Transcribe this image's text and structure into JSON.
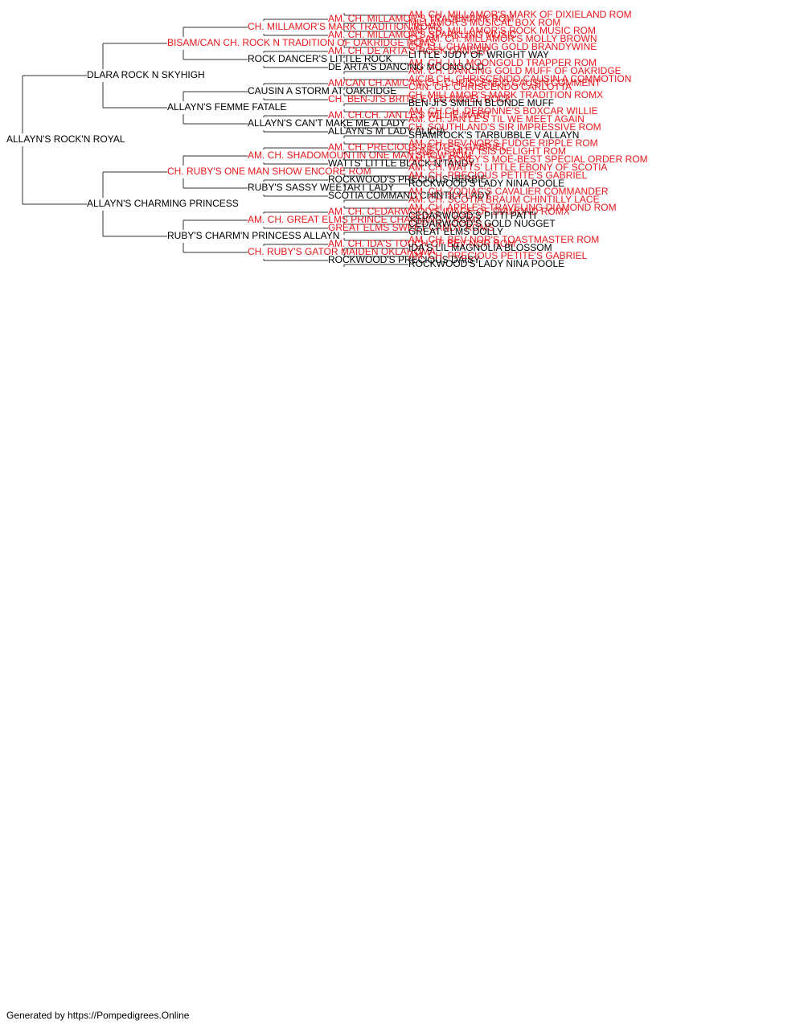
{
  "colors": {
    "champion": "#e8171b",
    "normal": "#000000",
    "line": "#333333"
  },
  "footer": "Generated by https://Pompedigrees.Online",
  "pedigree": {
    "name": "ALLAYN'S ROCK'N ROYAL",
    "champion": false,
    "sire": {
      "name": "DLARA ROCK N SKYHIGH",
      "champion": false,
      "sire": {
        "name": "BISAM/CAN CH. ROCK N TRADITION OF OAKRIDGE ROMS",
        "champion": true,
        "sire": {
          "name": "CH. MILLAMOR'S MARK TRADITION ROMX",
          "champion": true,
          "sire": {
            "name": "AM. CH. MILLAMOR'S TRADEMARK ROM",
            "champion": true,
            "sire": {
              "name": "AM. CH. MILLAMOR'S MARK OF DIXIELAND ROM",
              "champion": true
            },
            "dam": {
              "name": "MILLAMOR'S MUSICAL BOX ROM",
              "champion": true
            }
          },
          "dam": {
            "name": "AM. CH. MILLAMOR'S SPARKLING MUSIC",
            "champion": true,
            "sire": {
              "name": "AM. CH. MILLAMOR'S ROCK MUSIC ROM",
              "champion": true
            },
            "dam": {
              "name": "CH.AM. CH. MILLAMOR'S MOLLY BROWN",
              "champion": true
            }
          }
        },
        "dam": {
          "name": "ROCK DANCER'S LITTLE ROCK",
          "champion": false,
          "sire": {
            "name": "AM. CH. DE ARTA'S ROCK DANCER",
            "champion": true,
            "sire": {
              "name": "CH. LLL CHARMING GOLD BRANDYWINE",
              "champion": true
            },
            "dam": {
              "name": "LITTLE JUDY OF WRIGHT WAY",
              "champion": false
            }
          },
          "dam": {
            "name": "DE ARTA'S DANCING MOONGOLD",
            "champion": false,
            "sire": {
              "name": "AM. CH. LLL MOONGOLD TRAPPER ROM",
              "champion": true
            },
            "dam": {
              "name": "AM. CH. DANCING GOLD MUFF OF OAKRIDGE",
              "champion": true
            }
          }
        }
      },
      "dam": {
        "name": "ALLAYN'S FEMME FATALE",
        "champion": false,
        "sire": {
          "name": "CAUSIN A STORM AT OAKRIDGE",
          "champion": false,
          "sire": {
            "name": "AM/CAN CH.AM/CAN CH. CHRISCENDO CAUSIN COMMENT",
            "champion": true,
            "sire": {
              "name": "A/C/B CH. CHRISCENDO CAUSIN A COMMOTION",
              "champion": true
            },
            "dam": {
              "name": "CAN. CH. CHRISCENDO CARLOTTA",
              "champion": true
            }
          },
          "dam": {
            "name": "CH. BEN-JI'S BRITE-EYED ANGEL ROCK",
            "champion": true,
            "sire": {
              "name": "CH. MILLAMOR'S MARK TRADITION ROMX",
              "champion": true
            },
            "dam": {
              "name": "BEN-JI'S SMILIN BLONDE MUFF",
              "champion": false
            }
          }
        },
        "dam": {
          "name": "ALLAYN'S CAN'T MAKE ME A LADY",
          "champion": false,
          "sire": {
            "name": "AM. CH.CH. JAN LE'S WILLIE MAKIT",
            "champion": true,
            "sire": {
              "name": "AM. CH.CH. DEBONNE'S BOXCAR WILLIE",
              "champion": true
            },
            "dam": {
              "name": "AM. CH. JAN LE'S TIL WE MEET AGAIN",
              "champion": true
            }
          },
          "dam": {
            "name": "ALLAYN'S M' LADY ALICIA",
            "champion": false,
            "sire": {
              "name": "CH. SOUTHLAND'S SIR IMPRESSIVE ROM",
              "champion": true
            },
            "dam": {
              "name": "SHAMROCK'S TARBUBBLE V ALLAYN",
              "champion": false
            }
          }
        }
      }
    },
    "dam": {
      "name": "ALLAYN'S CHARMING PRINCESS",
      "champion": false,
      "sire": {
        "name": "CH. RUBY'S ONE MAN SHOW ENCORE ROM",
        "champion": true,
        "sire": {
          "name": "AM. CH. SHADOMOUNTIN ONE MAN SHOW ROM",
          "champion": true,
          "sire": {
            "name": "AM. CH. PRECIOUS PETITE'S GABRIEL",
            "champion": true,
            "sire": {
              "name": "AM. CH. BEV-NOR'S FUDGE RIPPLE ROM",
              "champion": true
            },
            "dam": {
              "name": "EDNEY'S MITY ISIS DELIGHT ROM",
              "champion": true
            }
          },
          "dam": {
            "name": "WATTS' LITTLE BLACK N'TANDY",
            "champion": false,
            "sire": {
              "name": "AM. CH. EDNEY'S MOE-BEST SPECIAL ORDER ROM",
              "champion": true
            },
            "dam": {
              "name": "AM. CH. WATTS' LITTLE EBONY OF SCOTIA",
              "champion": true
            }
          }
        },
        "dam": {
          "name": "RUBY'S SASSY WEETART LADY",
          "champion": false,
          "sire": {
            "name": "ROCKWOOD'S PRECIOUS HERBIE",
            "champion": false,
            "sire": {
              "name": "AM. CH. PRECIOUS PETITE'S GABRIEL",
              "champion": true
            },
            "dam": {
              "name": "ROCKWOOD'S LADY NINA POOLE",
              "champion": false
            }
          },
          "dam": {
            "name": "SCOTIA COMMAND CHINTILY LADY",
            "champion": false,
            "sire": {
              "name": "AM. CH. ZODIAC'S CAVALIER COMMANDER",
              "champion": true
            },
            "dam": {
              "name": "AM. CH. SCOTIA BRAUM CHINTILLY LACE",
              "champion": true
            }
          }
        }
      },
      "dam": {
        "name": "RUBY'S CHARM'N PRINCESS ALLAYN",
        "champion": false,
        "sire": {
          "name": "AM. CH. GREAT ELMS PRINCE CHARMING II ROMX",
          "champion": true,
          "sire": {
            "name": "AM. CH. CEDARWOOD'S IMAGE OF DIAMOND ROMX",
            "champion": true,
            "sire": {
              "name": "AM. CH. APPLE'S TRAVELING DIAMOND ROM",
              "champion": true
            },
            "dam": {
              "name": "CEDARWOOD'S PITTI PATTI",
              "champion": false
            }
          },
          "dam": {
            "name": "GREAT ELMS SWEET CANDY ROMS",
            "champion": true,
            "sire": {
              "name": "CEDARWOOD'S GOLD NUGGET",
              "champion": false
            },
            "dam": {
              "name": "GREAT ELMS DOLLY",
              "champion": false
            }
          }
        },
        "dam": {
          "name": "CH. RUBY'S GATOR MAIDEN OKLAHOMA",
          "champion": true,
          "sire": {
            "name": "AM. CH. IDA'S TOUCH OF BEV-NOR ROM",
            "champion": true,
            "sire": {
              "name": "AM. CH. BEV-NOR'S TOASTMASTER ROM",
              "champion": true
            },
            "dam": {
              "name": "IDA'S LIL MAGNOLIA BLOSSOM",
              "champion": false
            }
          },
          "dam": {
            "name": "ROCKWOOD'S PRECIOUS DAISY",
            "champion": false,
            "sire": {
              "name": "AM. CH. PRECIOUS PETITE'S GABRIEL",
              "champion": true
            },
            "dam": {
              "name": "ROCKWOOD'S LADY NINA POOLE",
              "champion": false
            }
          }
        }
      }
    }
  }
}
